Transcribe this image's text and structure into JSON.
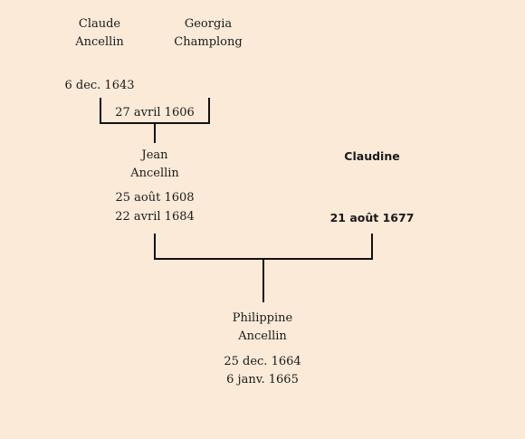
{
  "tree": {
    "claude": {
      "first": "Claude",
      "last": "Ancellin",
      "death": "6 dec. 1643"
    },
    "georgia": {
      "first": "Georgia",
      "last": "Champlong"
    },
    "marriage_1": "27 avril 1606",
    "jean": {
      "first": "Jean",
      "last": "Ancellin",
      "birth": "25 août 1608",
      "death": "22 avril 1684"
    },
    "claudine": {
      "first": "Claudine",
      "date": "21 août 1677"
    },
    "philippine": {
      "first": "Philippine",
      "last": "Ancellin",
      "birth": "25 dec. 1664",
      "death": "6 janv. 1665"
    }
  }
}
